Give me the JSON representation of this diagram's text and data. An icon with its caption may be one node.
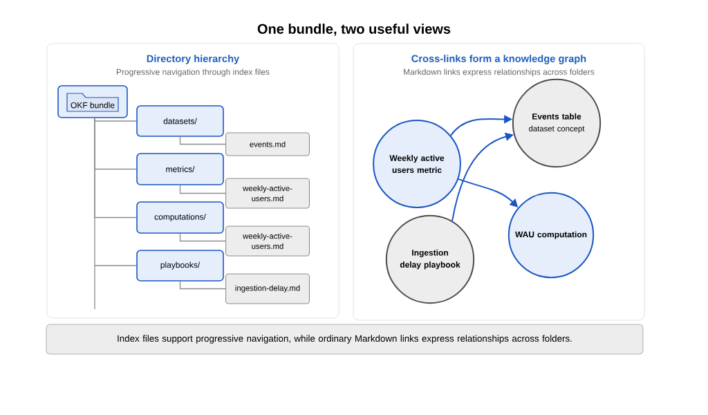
{
  "diagram": {
    "title": "One bundle, two useful views",
    "nodes": [
      {
        "text": [
          "Directory hierarchy",
          "Progressive navigation through index files"
        ]
      },
      {
        "text": [
          "OKF bundle"
        ],
        "in": 0
      },
      {
        "text": [
          "datasets/"
        ],
        "in": 0
      },
      {
        "text": [
          "events.md"
        ],
        "in": 0
      },
      {
        "text": [
          "metrics/"
        ],
        "in": 0
      },
      {
        "text": [
          "weekly-active-users.md"
        ],
        "in": 0
      },
      {
        "text": [
          "computations/"
        ],
        "in": 0
      },
      {
        "text": [
          "weekly-active-users.md"
        ],
        "in": 0
      },
      {
        "text": [
          "playbooks/"
        ],
        "in": 0
      },
      {
        "text": [
          "ingestion-delay.md"
        ],
        "in": 0
      },
      {
        "text": [
          "Cross-links form a knowledge graph",
          "Markdown links express relationships across folders"
        ]
      },
      {
        "text": [
          "Events table",
          "dataset concept"
        ],
        "in": 10
      },
      {
        "text": [
          "Weekly active users metric"
        ],
        "in": 10
      },
      {
        "text": [
          "WAU computation"
        ],
        "in": 10
      },
      {
        "text": [
          "Ingestion delay playbook"
        ],
        "in": 10
      },
      {
        "text": [
          "Index files support progressive navigation, while ordinary Markdown links express relationships across folders."
        ]
      }
    ],
    "edges": [
      {
        "from": 1,
        "to": 2,
        "arrow": "none"
      },
      {
        "from": 1,
        "to": 4,
        "arrow": "none"
      },
      {
        "from": 1,
        "to": 6,
        "arrow": "none"
      },
      {
        "from": 1,
        "to": 8,
        "arrow": "none"
      },
      {
        "from": 2,
        "to": 3,
        "arrow": "none"
      },
      {
        "from": 4,
        "to": 5,
        "arrow": "none"
      },
      {
        "from": 6,
        "to": 7,
        "arrow": "none"
      },
      {
        "from": 8,
        "to": 9,
        "arrow": "none"
      },
      {
        "from": 12,
        "to": 11,
        "arrow": "to",
        "color": "#1a56c4"
      },
      {
        "from": 14,
        "to": 11,
        "arrow": "to",
        "color": "#1a56c4"
      },
      {
        "from": 12,
        "to": 13,
        "arrow": "to",
        "color": "#1a56c4"
      }
    ]
  }
}
